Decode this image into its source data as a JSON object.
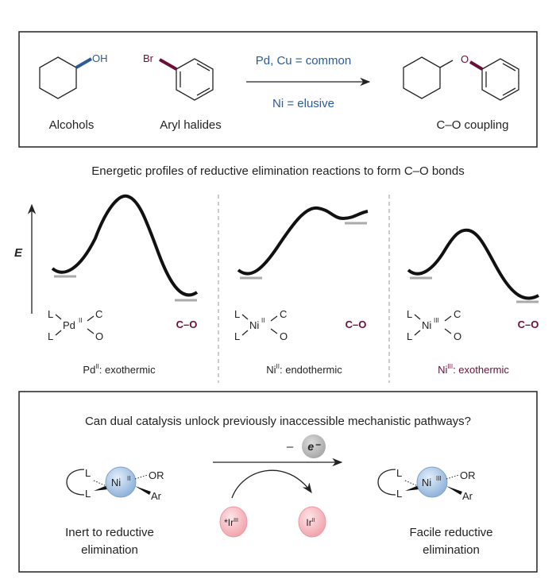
{
  "colors": {
    "accent_blue": "#2a5b9c",
    "accent_maroon": "#6b0f3a",
    "ni_sphere": "#a9c6e6",
    "ir_sphere": "#f5b8bf",
    "electron": "#b5b5b5"
  },
  "top": {
    "oh": "OH",
    "br": "Br",
    "o": "O",
    "cond_top": "Pd, Cu = common",
    "cond_bottom": "Ni = elusive",
    "label_alcohols": "Alcohols",
    "label_aryl": "Aryl halides",
    "label_product": "C–O coupling"
  },
  "middle": {
    "title": "Energetic profiles of reductive elimination reactions to form C–O bonds",
    "axis_label": "E",
    "panels": [
      {
        "metal": "Pd",
        "ox": "II",
        "product": "C–O",
        "caption_metal": "Pd",
        "caption_ox": "II",
        "caption_rest": ": exothermic"
      },
      {
        "metal": "Ni",
        "ox": "II",
        "product": "C–O",
        "caption_metal": "Ni",
        "caption_ox": "II",
        "caption_rest": ": endothermic"
      },
      {
        "metal": "Ni",
        "ox": "III",
        "product": "C–O",
        "caption_metal": "Ni",
        "caption_ox": "III",
        "caption_rest": ": exothermic"
      }
    ],
    "ligand": "L",
    "c": "C",
    "o": "O"
  },
  "bottom": {
    "question": "Can dual catalysis unlock previously inaccessible mechanistic pathways?",
    "minus": "–",
    "electron": "e⁻",
    "left": {
      "metal": "Ni",
      "ox": "II",
      "or": "OR",
      "ar": "Ar",
      "l": "L",
      "caption1": "Inert to reductive",
      "caption2": "elimination"
    },
    "right": {
      "metal": "Ni",
      "ox": "III",
      "or": "OR",
      "ar": "Ar",
      "l": "L",
      "caption1": "Facile reductive",
      "caption2": "elimination"
    },
    "ir_start": {
      "prefix": "*Ir",
      "ox": "III"
    },
    "ir_end": {
      "prefix": "Ir",
      "ox": "II"
    }
  }
}
